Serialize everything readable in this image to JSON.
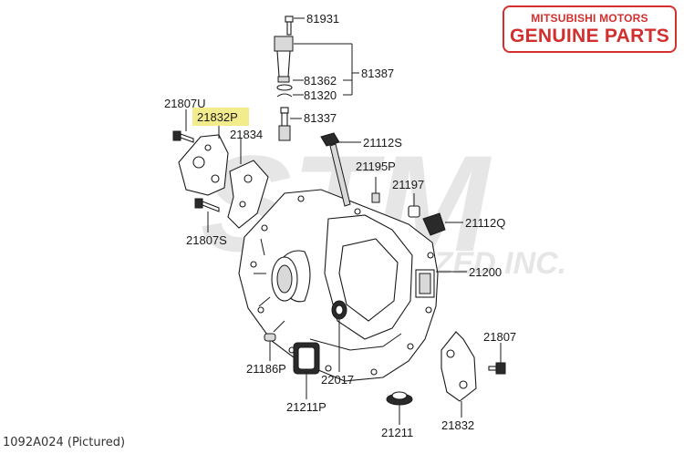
{
  "badge": {
    "line1": "MITSUBISHI MOTORS",
    "line2": "GENUINE PARTS",
    "color": "#d32f2f"
  },
  "watermark": {
    "text": "STM",
    "subtext": "SPECIALIZED INC.",
    "color": "#e6e6e6"
  },
  "reference": "1092A024  (Pictured)",
  "highlight_color": "#f3ec8c",
  "parts": [
    {
      "id": "p81931",
      "number": "81931"
    },
    {
      "id": "p81387",
      "number": "81387"
    },
    {
      "id": "p81362",
      "number": "81362"
    },
    {
      "id": "p81320",
      "number": "81320"
    },
    {
      "id": "p21807U",
      "number": "21807U"
    },
    {
      "id": "p21832P",
      "number": "21832P",
      "highlighted": true
    },
    {
      "id": "p81337",
      "number": "81337"
    },
    {
      "id": "p21834",
      "number": "21834"
    },
    {
      "id": "p21112S",
      "number": "21112S"
    },
    {
      "id": "p21195P",
      "number": "21195P"
    },
    {
      "id": "p21197",
      "number": "21197"
    },
    {
      "id": "p21112Q",
      "number": "21112Q"
    },
    {
      "id": "p21807S",
      "number": "21807S"
    },
    {
      "id": "p21200",
      "number": "21200"
    },
    {
      "id": "p21807",
      "number": "21807"
    },
    {
      "id": "p21186P",
      "number": "21186P"
    },
    {
      "id": "p22017",
      "number": "22017"
    },
    {
      "id": "p21211P",
      "number": "21211P"
    },
    {
      "id": "p21211",
      "number": "21211"
    },
    {
      "id": "p21832",
      "number": "21832"
    }
  ]
}
